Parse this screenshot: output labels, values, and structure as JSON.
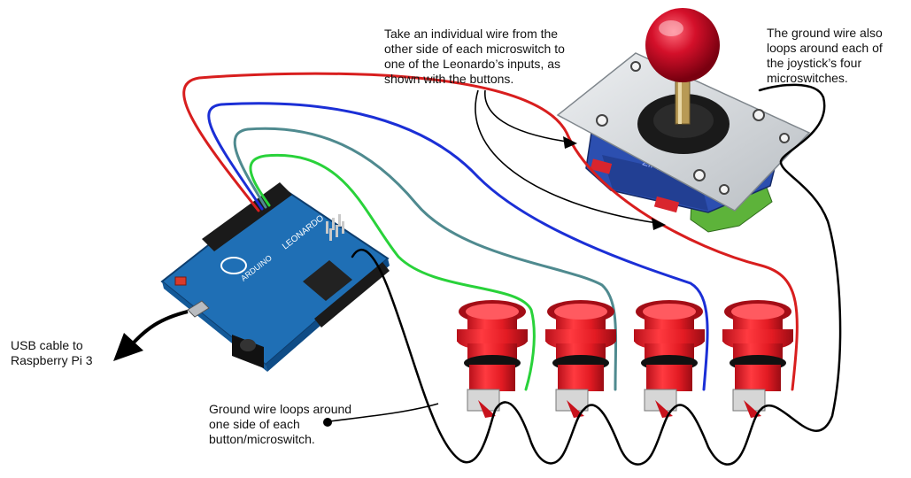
{
  "notes": {
    "joystick_wires": "Take an individual wire from the\nother side of each microswitch to\none of the Leonardo’s inputs, as\nshown with the buttons.",
    "joystick_ground": "The ground wire also\nloops around each of\nthe joystick’s four\nmicroswitches.",
    "usb": "USB cable to\nRaspberry Pi 3",
    "button_ground": "Ground wire loops around\none side of each\nbutton/microswitch."
  },
  "board": {
    "name": "LEONARDO",
    "brand": "ARDUINO"
  },
  "joystick": {
    "brand": "ZIPPYY"
  },
  "colors": {
    "wire_red": "#d81e1e",
    "wire_blue": "#1b2fd6",
    "wire_teal": "#4f8a8f",
    "wire_green": "#29d23a",
    "wire_ground": "#000000",
    "board": "#1f6fb5",
    "button_red": "#e31b23",
    "joystick_plate": "#cfd3d6",
    "joystick_base": "#2c4fb0",
    "joystick_ball": "#d4102a"
  }
}
